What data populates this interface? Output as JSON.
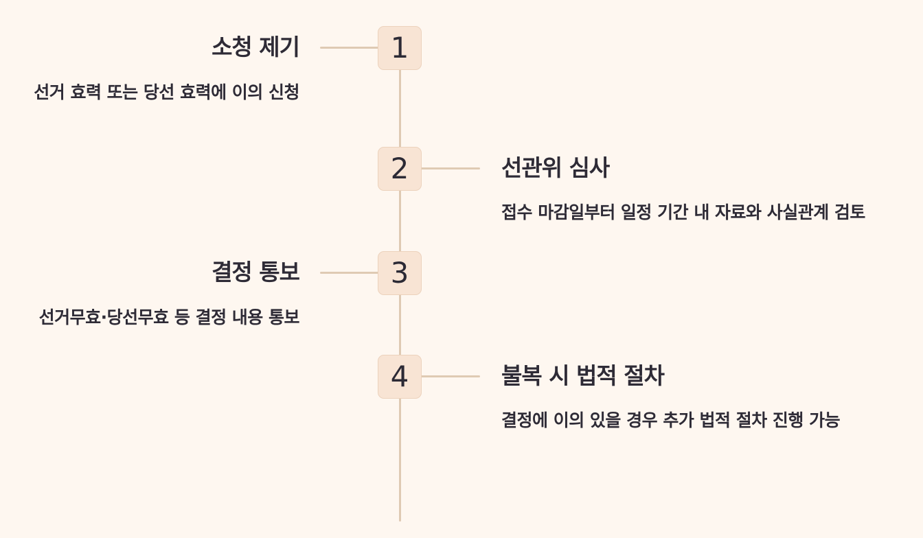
{
  "steps": [
    {
      "number": "1",
      "title": "소청 제기",
      "description": "선거 효력 또는 당선 효력에 이의 신청"
    },
    {
      "number": "2",
      "title": "선관위 심사",
      "description": "접수 마감일부터 일정 기간 내 자료와 사실관계 검토"
    },
    {
      "number": "3",
      "title": "결정 통보",
      "description": "선거무효·당선무효 등 결정 내용 통보"
    },
    {
      "number": "4",
      "title": "불복 시 법적 절차",
      "description": "결정에 이의 있을 경우 추가 법적 절차 진행 가능"
    }
  ],
  "colors": {
    "background": "#fef7f0",
    "badge_fill": "#f8e4d4",
    "line": "#dfcab3",
    "text": "#2e2b36"
  }
}
